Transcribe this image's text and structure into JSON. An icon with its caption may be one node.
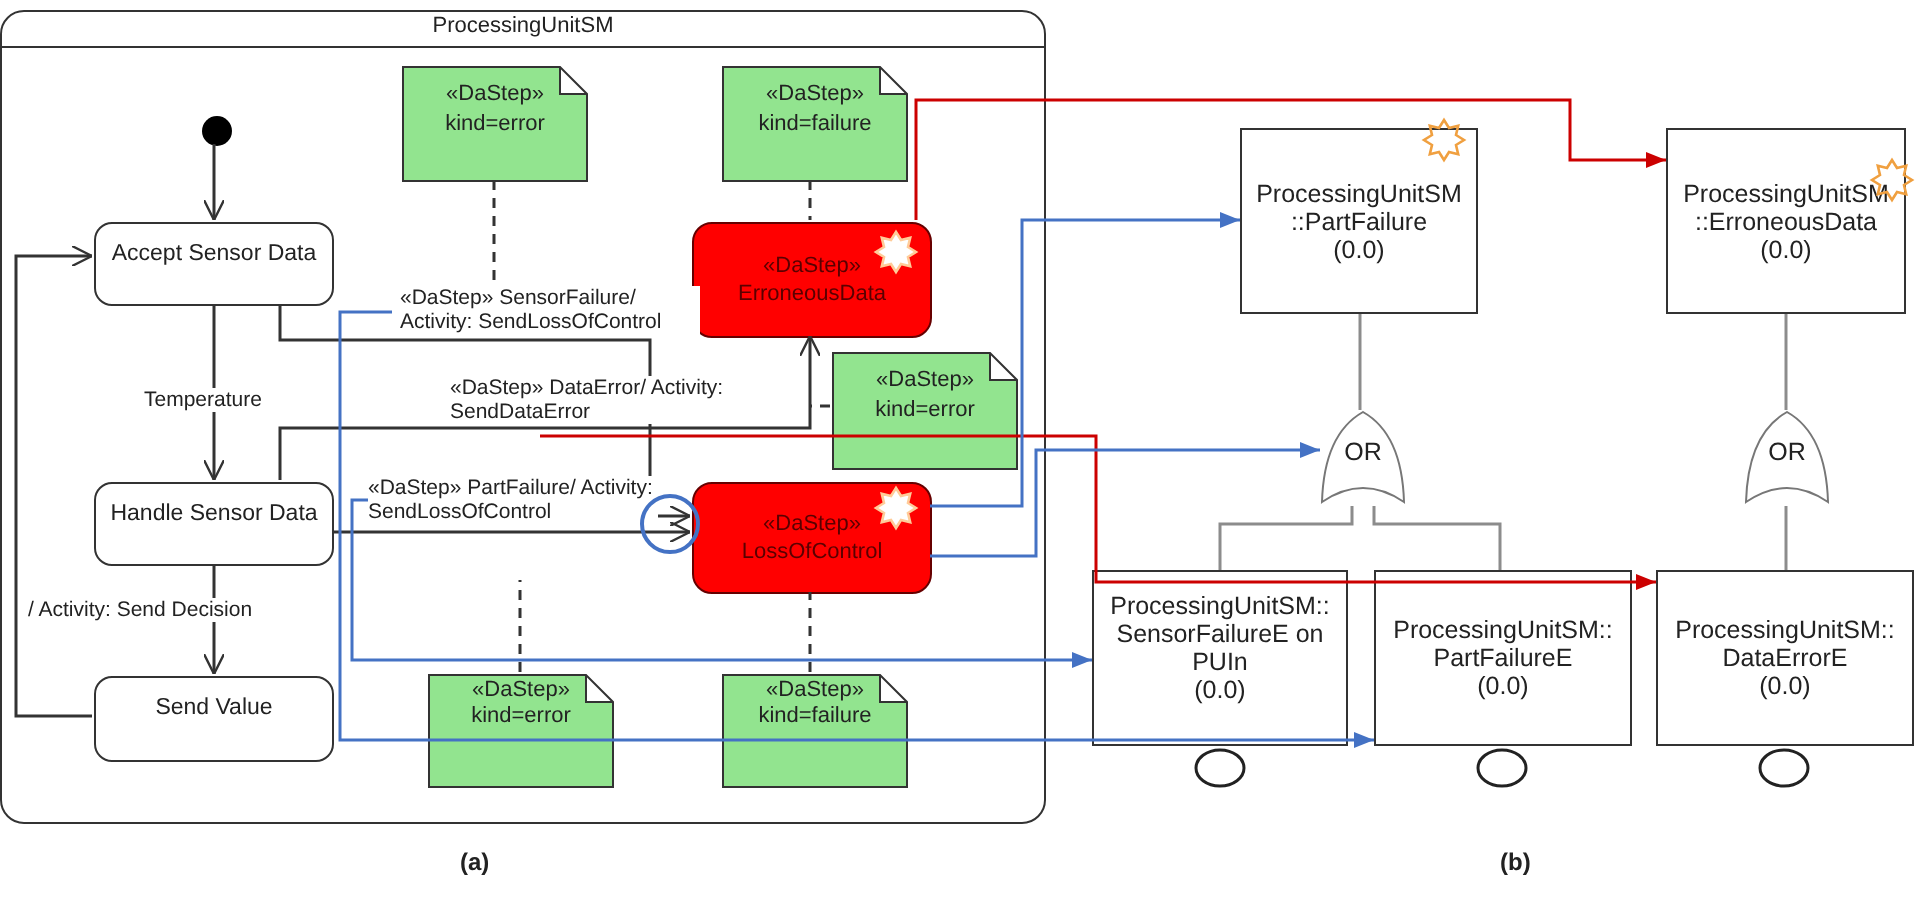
{
  "diagram": {
    "nodes": [
      {
        "text": [
          "ProcessingUnitSM"
        ]
      },
      {
        "text": [],
        "shape": "circle",
        "in": 0
      },
      {
        "text": [
          "Accept Sensor Data"
        ],
        "in": 0
      },
      {
        "text": [
          "Handle Sensor Data"
        ],
        "in": 0
      },
      {
        "text": [
          "Send Value"
        ],
        "in": 0
      },
      {
        "text": [
          "«DaStep»",
          "ErroneousData"
        ],
        "in": 0
      },
      {
        "text": [
          "«DaStep»",
          "LossOfControl"
        ],
        "in": 0
      },
      {
        "text": [
          "«DaStep»",
          "kind=error"
        ],
        "in": 0
      },
      {
        "text": [
          "«DaStep»",
          "kind=failure"
        ],
        "in": 0
      },
      {
        "text": [
          "«DaStep»",
          "kind=error"
        ],
        "in": 0
      },
      {
        "text": [
          "«DaStep»",
          "kind=error"
        ],
        "in": 0
      },
      {
        "text": [
          "«DaStep»",
          "kind=failure"
        ],
        "in": 0
      },
      {
        "text": [
          "ProcessingUnitSM ::PartFailure",
          "(0.0)"
        ]
      },
      {
        "text": [
          "ProcessingUnitSM ::ErroneousData",
          "(0.0)"
        ]
      },
      {
        "text": [
          "OR"
        ]
      },
      {
        "text": [
          "OR"
        ]
      },
      {
        "text": [
          "ProcessingUnitSM:: SensorFailureE on PUIn",
          "(0.0)"
        ]
      },
      {
        "text": [
          "ProcessingUnitSM:: PartFailureE",
          "(0.0)"
        ]
      },
      {
        "text": [
          "ProcessingUnitSM:: DataErrorE",
          "(0.0)"
        ]
      }
    ],
    "edges": [
      {
        "from": 1,
        "to": 2,
        "arrow": "to"
      },
      {
        "from": 2,
        "to": 3,
        "arrow": "to",
        "label": "Temperature"
      },
      {
        "from": 3,
        "to": 4,
        "arrow": "to",
        "label": "/ Activity: Send Decision"
      },
      {
        "from": 4,
        "to": 2,
        "arrow": "to"
      },
      {
        "from": 2,
        "to": 6,
        "arrow": "to",
        "label": "«DaStep» SensorFailure/ Activity: SendLossOfControl"
      },
      {
        "from": 3,
        "to": 5,
        "arrow": "to",
        "label": "«DaStep» DataError/ Activity: SendDataError"
      },
      {
        "from": 3,
        "to": 6,
        "arrow": "to",
        "label": "«DaStep» PartFailure/ Activity: SendLossOfControl"
      },
      {
        "from": 7,
        "to": null,
        "arrow": "none",
        "style": "dashed"
      },
      {
        "from": 8,
        "to": 5,
        "arrow": "none",
        "style": "dashed"
      },
      {
        "from": 9,
        "to": null,
        "arrow": "none",
        "style": "dashed"
      },
      {
        "from": 10,
        "to": null,
        "arrow": "none",
        "style": "dashed"
      },
      {
        "from": 11,
        "to": 6,
        "arrow": "none",
        "style": "dashed"
      },
      {
        "from": 14,
        "to": 12,
        "arrow": "none",
        "color": "#8c8c8c"
      },
      {
        "from": 15,
        "to": 13,
        "arrow": "none",
        "color": "#8c8c8c"
      },
      {
        "from": 16,
        "to": 14,
        "arrow": "none",
        "color": "#8c8c8c"
      },
      {
        "from": 17,
        "to": 14,
        "arrow": "none",
        "color": "#8c8c8c"
      },
      {
        "from": 18,
        "to": 15,
        "arrow": "none",
        "color": "#8c8c8c"
      },
      {
        "from": 5,
        "to": 13,
        "arrow": "to",
        "color": "#cc0000"
      },
      {
        "from": null,
        "to": 18,
        "arrow": "to",
        "color": "#cc0000"
      },
      {
        "from": 6,
        "to": 12,
        "arrow": "to",
        "color": "#4472c4"
      },
      {
        "from": 6,
        "to": 14,
        "arrow": "to",
        "color": "#4472c4"
      },
      {
        "from": null,
        "to": 17,
        "arrow": "to",
        "color": "#4472c4"
      },
      {
        "from": null,
        "to": 16,
        "arrow": "to",
        "color": "#4472c4"
      }
    ],
    "labels": [
      "(a)",
      "(b)"
    ]
  }
}
